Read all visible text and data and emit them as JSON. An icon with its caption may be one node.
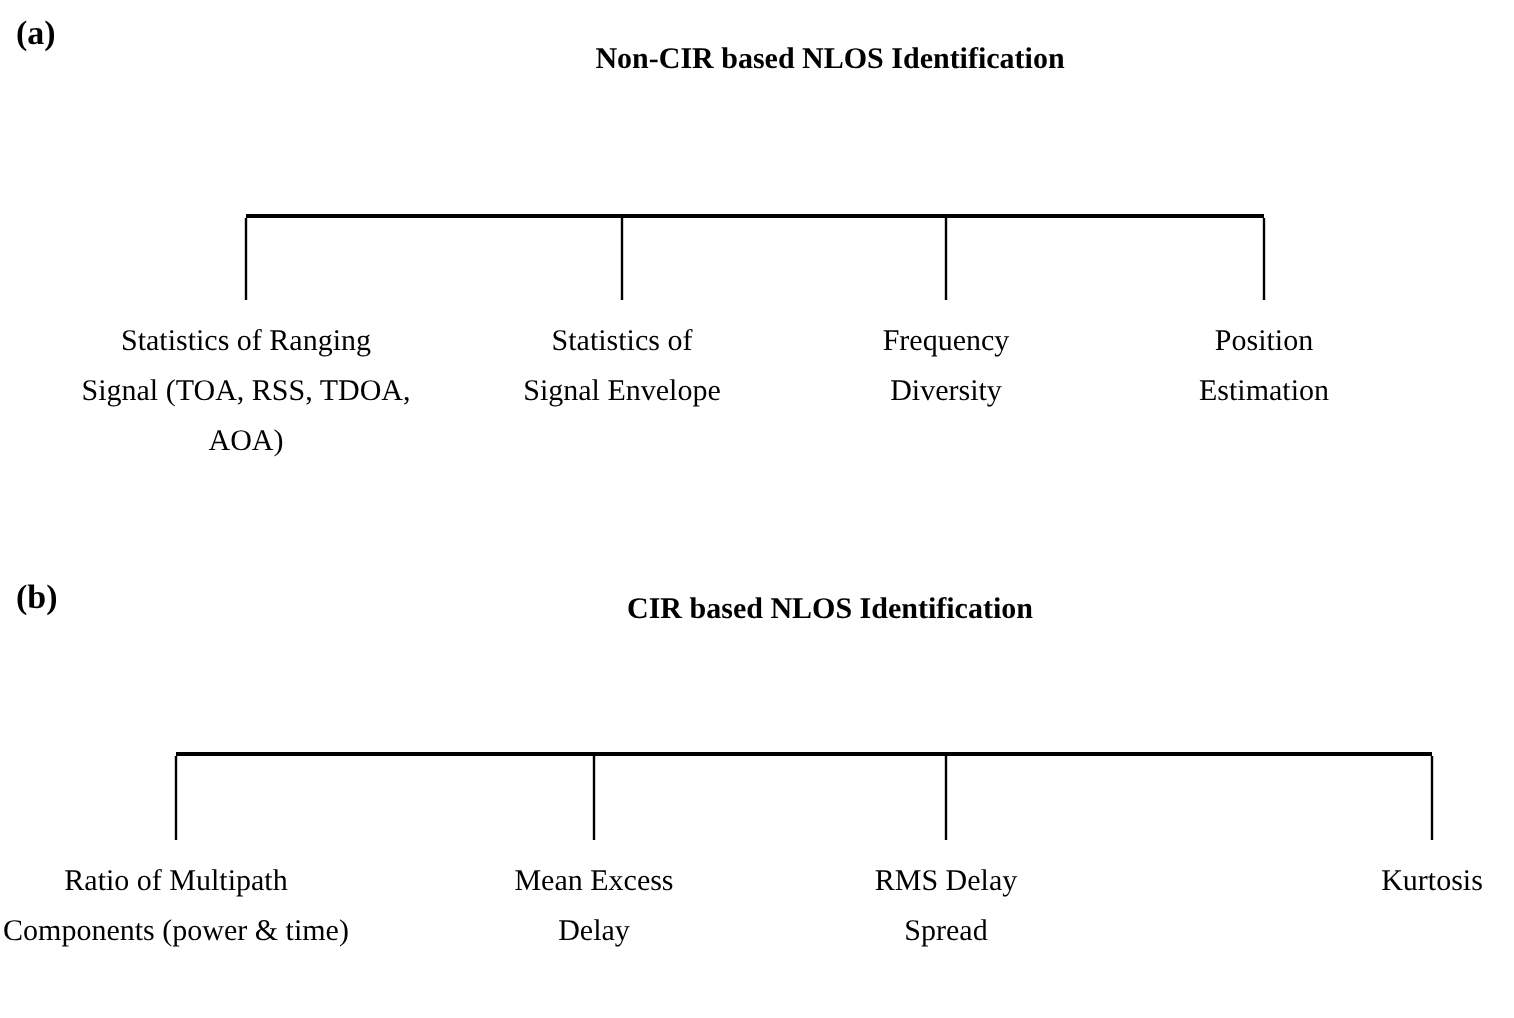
{
  "diagram": {
    "nodes": [
      {
        "text": [
          "Non-CIR based NLOS Identification"
        ]
      },
      {
        "text": [],
        "shape": "bar"
      },
      {
        "text": [
          "Statistics of Ranging Signal (TOA, RSS, TDOA, AOA)"
        ]
      },
      {
        "text": [
          "Statistics of Signal Envelope"
        ]
      },
      {
        "text": [
          "Frequency Diversity"
        ]
      },
      {
        "text": [
          "Position Estimation"
        ]
      },
      {
        "text": [
          "CIR based NLOS Identification"
        ]
      },
      {
        "text": [],
        "shape": "bar"
      },
      {
        "text": [
          "Ratio of Multipath Components (power & time)"
        ]
      },
      {
        "text": [
          "Mean Excess Delay"
        ]
      },
      {
        "text": [
          "RMS Delay Spread"
        ]
      },
      {
        "text": [
          "Kurtosis"
        ]
      }
    ],
    "edges": [
      {
        "from": 1,
        "to": 2,
        "arrow": "none"
      },
      {
        "from": 1,
        "to": 3,
        "arrow": "none"
      },
      {
        "from": 1,
        "to": 4,
        "arrow": "none"
      },
      {
        "from": 1,
        "to": 5,
        "arrow": "none"
      },
      {
        "from": 7,
        "to": 8,
        "arrow": "none"
      },
      {
        "from": 7,
        "to": 9,
        "arrow": "none"
      },
      {
        "from": 7,
        "to": 10,
        "arrow": "none"
      },
      {
        "from": 7,
        "to": 11,
        "arrow": "none"
      }
    ],
    "labels": [
      "(a)",
      "(b)"
    ]
  }
}
